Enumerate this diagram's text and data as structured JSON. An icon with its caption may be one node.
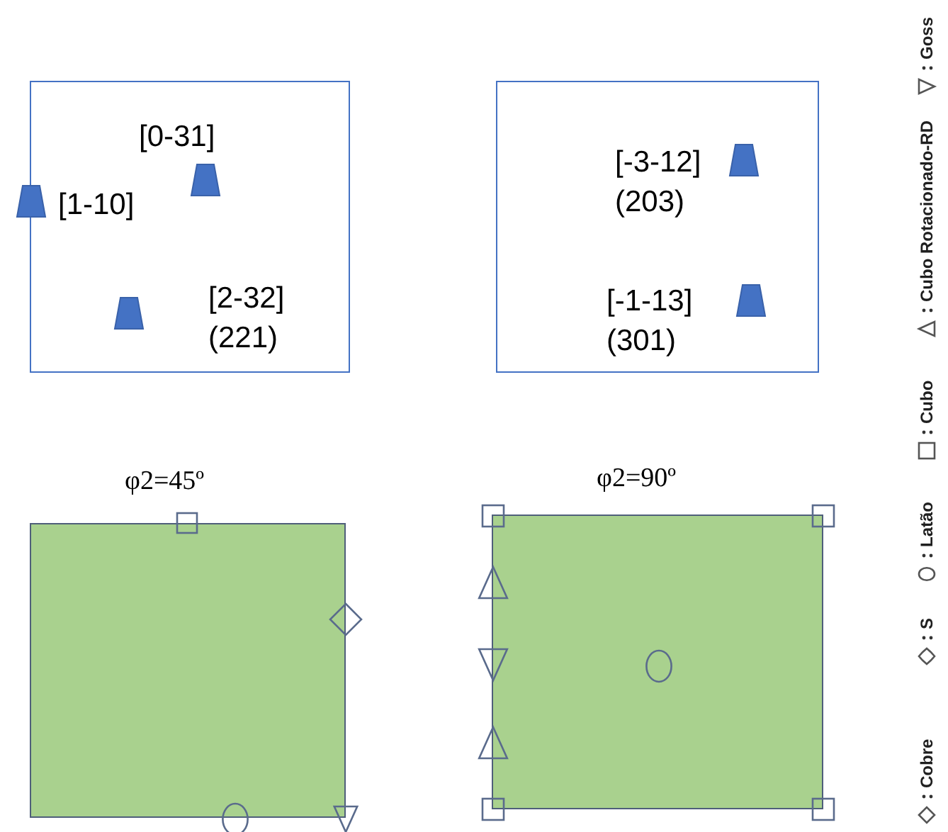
{
  "diagram": {
    "nodes": [
      {
        "text": [
          "[0-31]",
          "[1-10]",
          "[2-32] (221)"
        ]
      },
      {
        "text": [
          "[-3-12] (203)",
          "[-1-13] (301)"
        ]
      },
      {
        "text": [
          "φ2=45º"
        ]
      },
      {
        "text": [
          "φ2=90º"
        ]
      }
    ],
    "legend": [
      {
        "text": "Cobre"
      },
      {
        "text": "S"
      },
      {
        "text": "Latão"
      },
      {
        "text": "Cubo"
      },
      {
        "text": "Cubo Rotacionado-RD"
      },
      {
        "text": "Goss"
      }
    ]
  }
}
